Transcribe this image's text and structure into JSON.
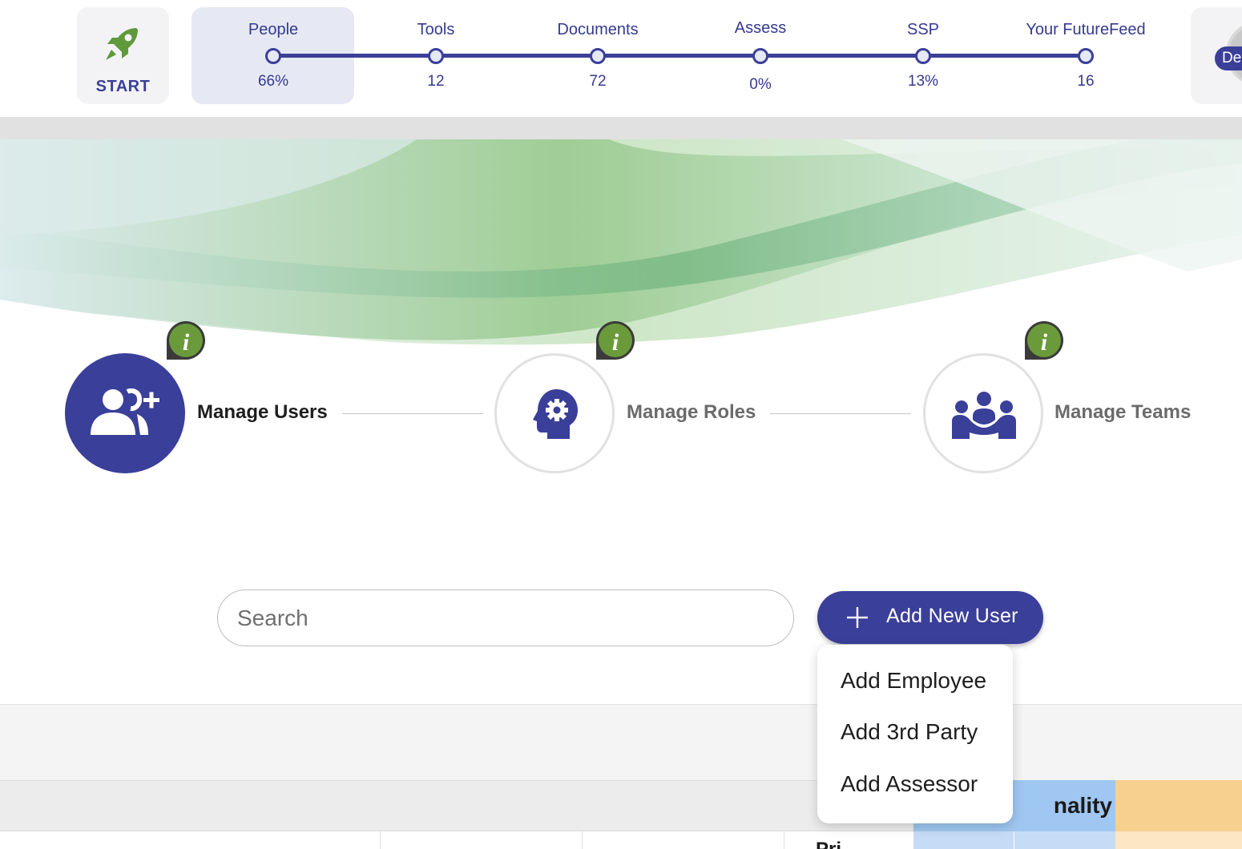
{
  "stepper": {
    "start_label": "START",
    "steps": [
      {
        "label": "People",
        "value": "66%",
        "active": true
      },
      {
        "label": "Tools",
        "value": "12"
      },
      {
        "label": "Documents",
        "value": "72"
      },
      {
        "label": "Assess",
        "value": "0%"
      },
      {
        "label": "SSP",
        "value": "13%"
      },
      {
        "label": "Your FutureFeed",
        "value": "16"
      }
    ],
    "profile_badge": "De"
  },
  "manage": {
    "users_label": "Manage Users",
    "roles_label": "Manage Roles",
    "teams_label": "Manage Teams"
  },
  "search": {
    "placeholder": "Search",
    "value": ""
  },
  "add_button": {
    "label": "Add New User"
  },
  "add_menu": {
    "items": [
      "Add Employee",
      "Add 3rd Party",
      "Add Assessor"
    ]
  },
  "table": {
    "visible_header_fragment": "nality",
    "visible_cell_fragment": "Pri"
  },
  "colors": {
    "primary": "#3a3f99",
    "accent_green": "#5f9a3a",
    "header_blue": "#9fc7f1",
    "header_orange": "#f7cf8e"
  },
  "icons": {
    "start": "rocket-icon",
    "users": "add-user-icon",
    "roles": "head-gear-icon",
    "teams": "team-icon",
    "info": "info-icon",
    "add": "plus-icon"
  }
}
